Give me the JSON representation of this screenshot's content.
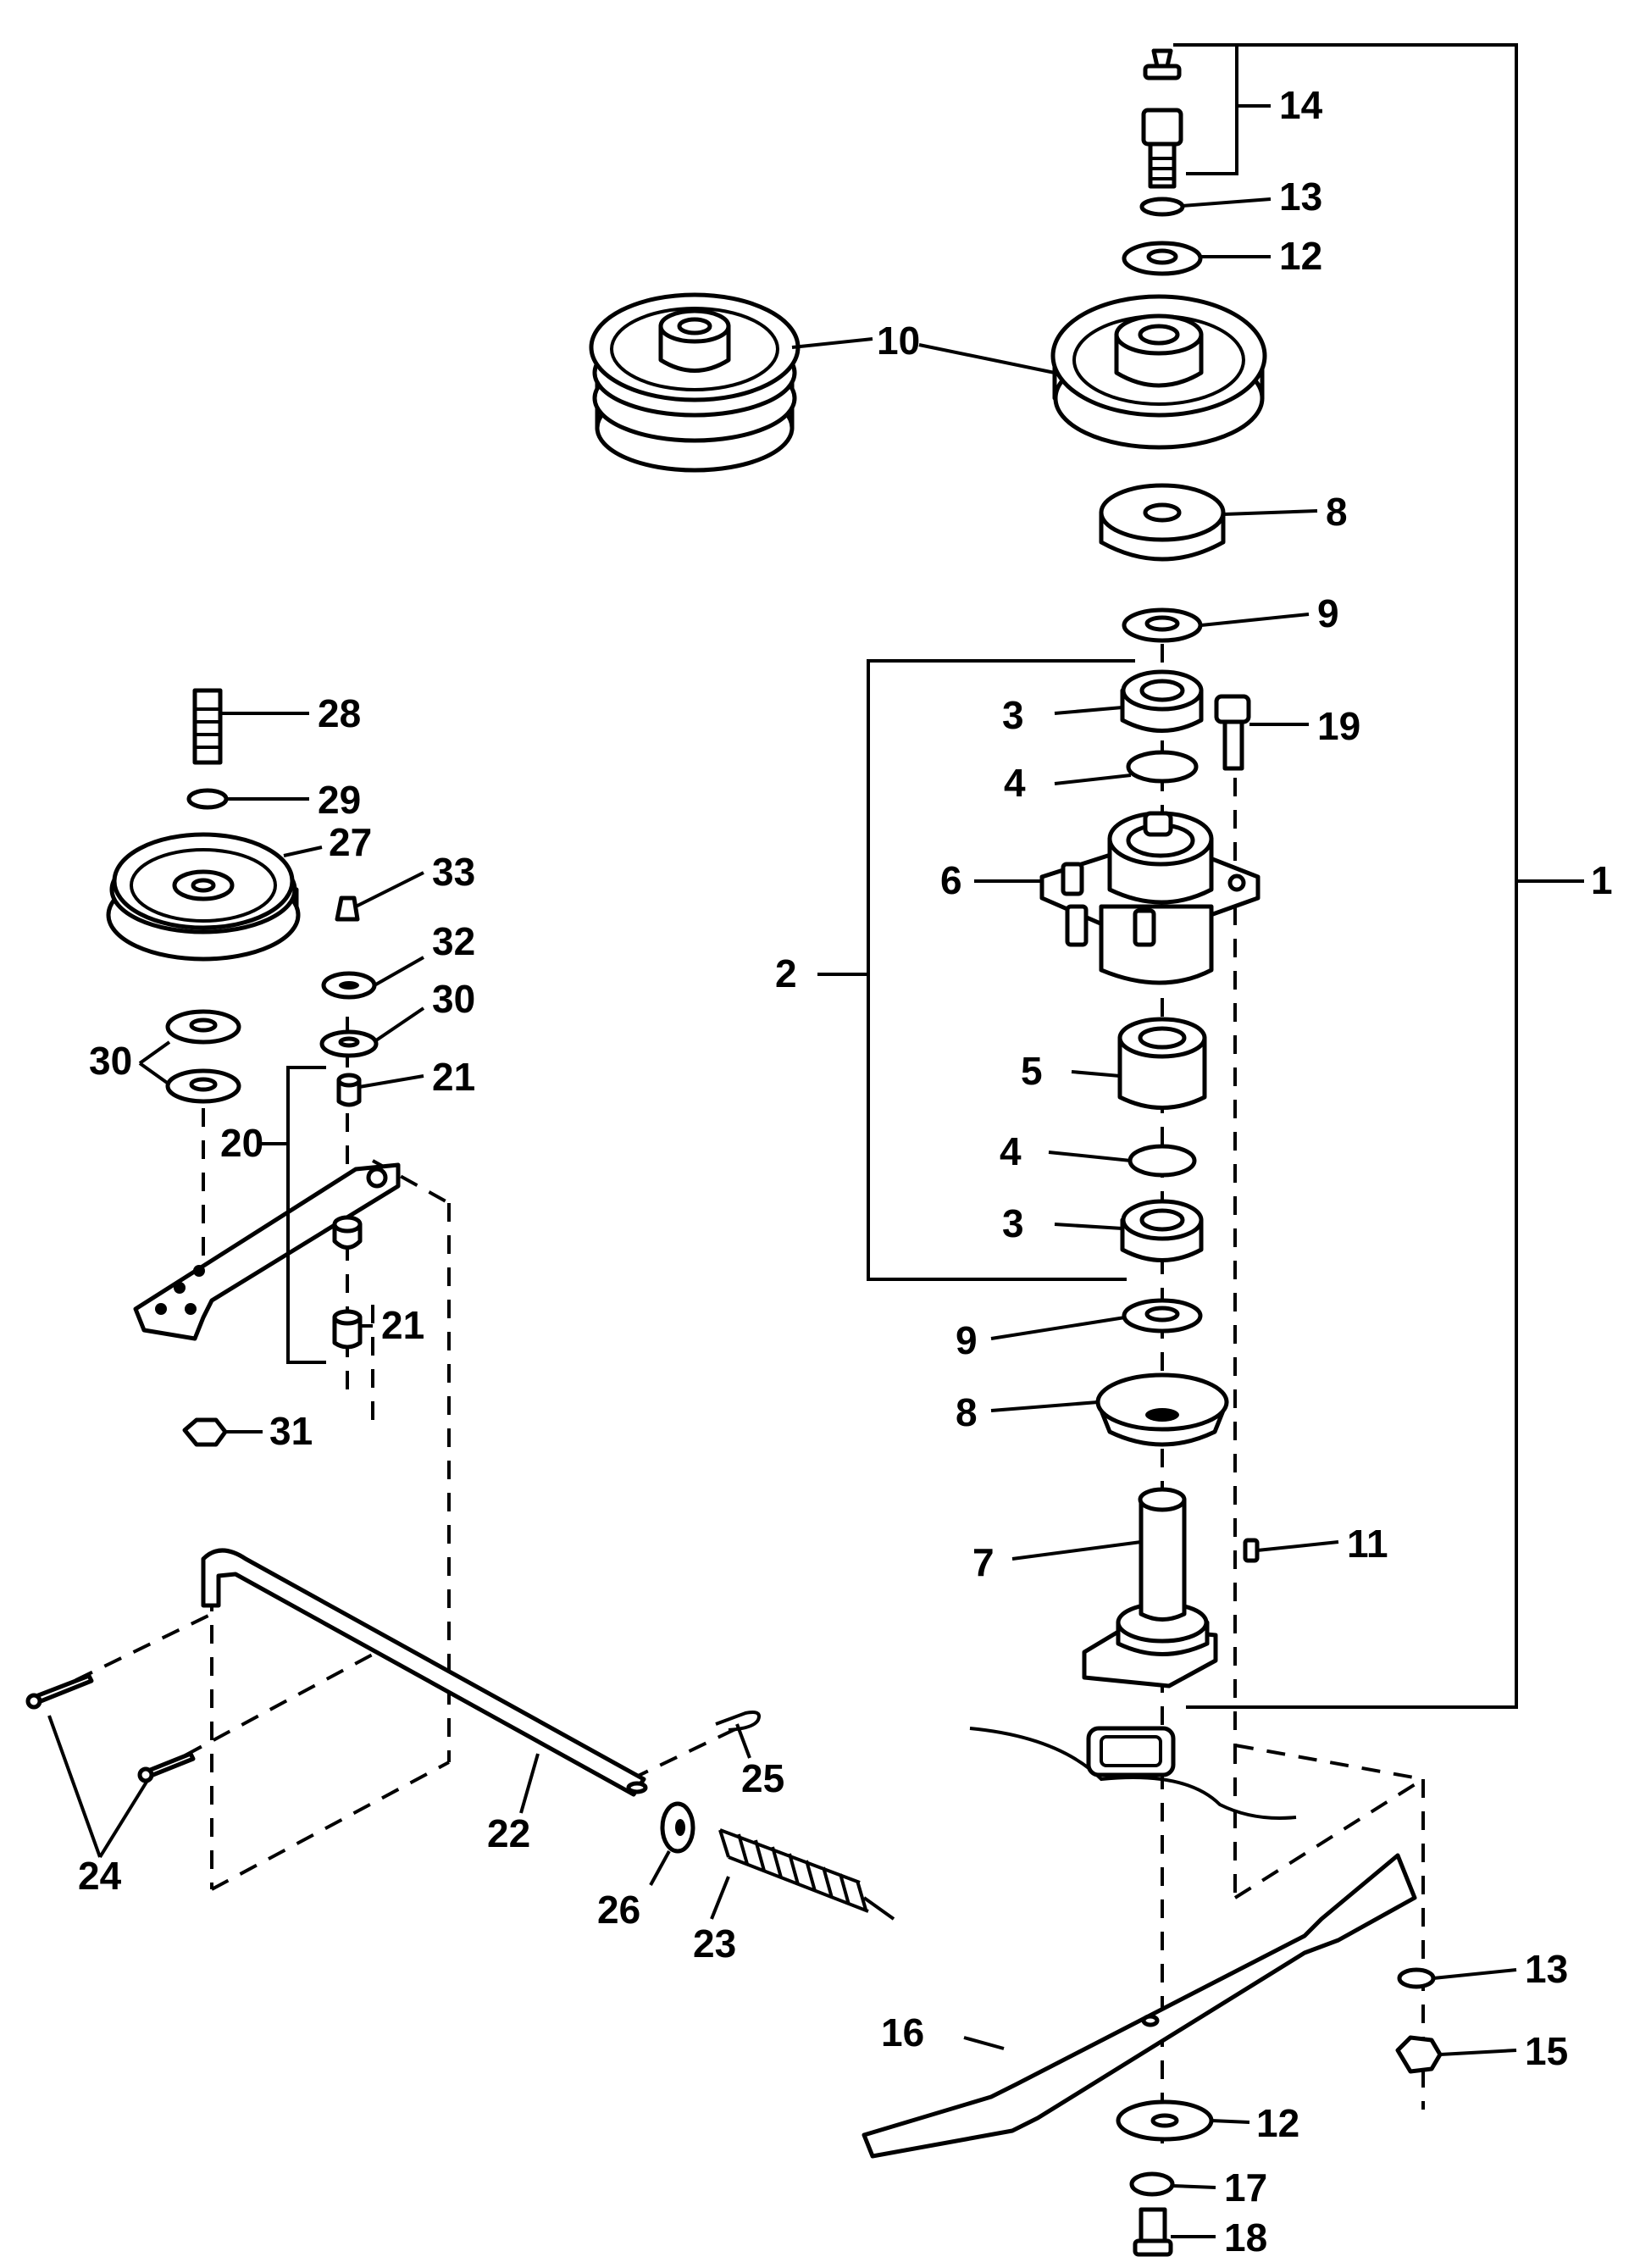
{
  "callouts": {
    "c1": "1",
    "c2": "2",
    "c3a": "3",
    "c3b": "3",
    "c4a": "4",
    "c4b": "4",
    "c5": "5",
    "c6": "6",
    "c7": "7",
    "c8a": "8",
    "c8b": "8",
    "c9a": "9",
    "c9b": "9",
    "c10": "10",
    "c11": "11",
    "c12a": "12",
    "c12b": "12",
    "c13a": "13",
    "c13b": "13",
    "c14": "14",
    "c15": "15",
    "c16": "16",
    "c17": "17",
    "c18": "18",
    "c19": "19",
    "c20": "20",
    "c21a": "21",
    "c21b": "21",
    "c22": "22",
    "c23": "23",
    "c24": "24",
    "c25": "25",
    "c26": "26",
    "c27": "27",
    "c28": "28",
    "c29": "29",
    "c30a": "30",
    "c30b": "30",
    "c31": "31",
    "c32": "32",
    "c33": "33"
  }
}
